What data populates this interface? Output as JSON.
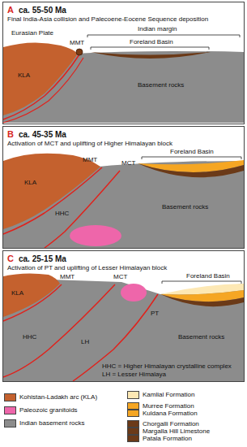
{
  "diagram": {
    "nodes": [
      {
        "text": [
          "A",
          "ca. 55-50 Ma",
          "Final India-Asia collision and Palecoene-Eocene Sequence deposition"
        ]
      },
      {
        "text": [
          "B",
          "ca. 45-35 Ma",
          "Activation of MCT and uplifting of Higher Himalayan block"
        ]
      },
      {
        "text": [
          "C",
          "ca. 25-15 Ma",
          "Activation of PT and uplifting of Lesser Himalayan block"
        ]
      }
    ],
    "labels": [
      "Eurasian Plate",
      "Indian margin",
      "MMT",
      "Foreland Basin",
      "KLA",
      "Basement rocks",
      "MMT",
      "MCT",
      "Foreland Basin",
      "KLA",
      "HHC",
      "Basement rocks",
      "MMT",
      "MCT",
      "Foreland Basin",
      "PT",
      "KLA",
      "HHC",
      "LH",
      "Basement rocks",
      "HHC = Higher Himalayan crystalline complex",
      "LH = Lesser Himalaya"
    ],
    "legend": [
      {
        "text": "Kohistan-Ladakh arc (KLA)",
        "color": "#c4612e"
      },
      {
        "text": "Paleozoic granitoids",
        "color": "#ee66aa"
      },
      {
        "text": "Indian basement rocks",
        "color": "#8c8c8c"
      },
      {
        "text": "Kamlial Formation",
        "color": "#fde8b4"
      },
      {
        "text": "Murree Formation",
        "color": "#f5a623"
      },
      {
        "text": "Kuldana Formation",
        "color": "#f5a623"
      },
      {
        "text": "Chorgalli Formation",
        "color": "#6b3a18"
      },
      {
        "text": "Margalla Hill Limestone",
        "color": "#6b3a18"
      },
      {
        "text": "Patala Formation",
        "color": "#6b3a18"
      }
    ]
  }
}
